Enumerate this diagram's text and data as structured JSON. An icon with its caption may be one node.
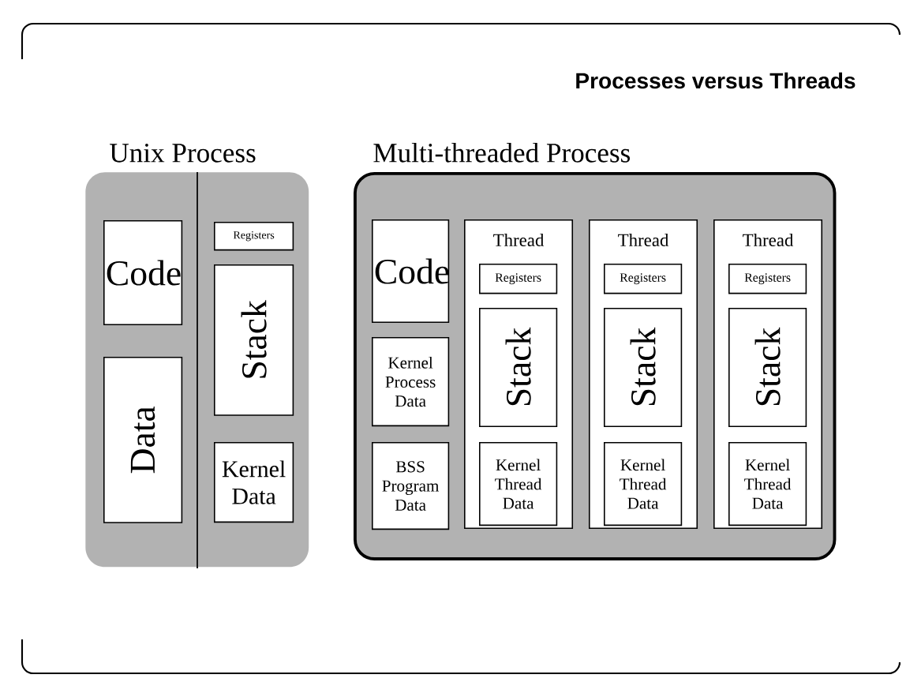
{
  "diagram": {
    "title": "Processes versus Threads",
    "nodes": [
      {
        "text": [
          "Unix Process"
        ]
      },
      {
        "text": [
          "Code"
        ],
        "in": 0
      },
      {
        "text": [
          "Data"
        ],
        "in": 0
      },
      {
        "text": [
          "Registers"
        ],
        "in": 0
      },
      {
        "text": [
          "Stack"
        ],
        "in": 0
      },
      {
        "text": [
          "Kernel Data"
        ],
        "in": 0
      },
      {
        "text": [
          "Multi-threaded Process"
        ]
      },
      {
        "text": [
          "Code"
        ],
        "in": 6
      },
      {
        "text": [
          "Kernel Process Data"
        ],
        "in": 6
      },
      {
        "text": [
          "BSS Program Data"
        ],
        "in": 6
      },
      {
        "text": [
          "Thread"
        ],
        "in": 6
      },
      {
        "text": [
          "Registers"
        ],
        "in": 10
      },
      {
        "text": [
          "Stack"
        ],
        "in": 10
      },
      {
        "text": [
          "Kernel Thread Data"
        ],
        "in": 10
      },
      {
        "text": [
          "Thread"
        ],
        "in": 6
      },
      {
        "text": [
          "Registers"
        ],
        "in": 14
      },
      {
        "text": [
          "Stack"
        ],
        "in": 14
      },
      {
        "text": [
          "Kernel Thread Data"
        ],
        "in": 14
      },
      {
        "text": [
          "Thread"
        ],
        "in": 6
      },
      {
        "text": [
          "Registers"
        ],
        "in": 18
      },
      {
        "text": [
          "Stack"
        ],
        "in": 18
      },
      {
        "text": [
          "Kernel Thread Data"
        ],
        "in": 18
      }
    ]
  }
}
